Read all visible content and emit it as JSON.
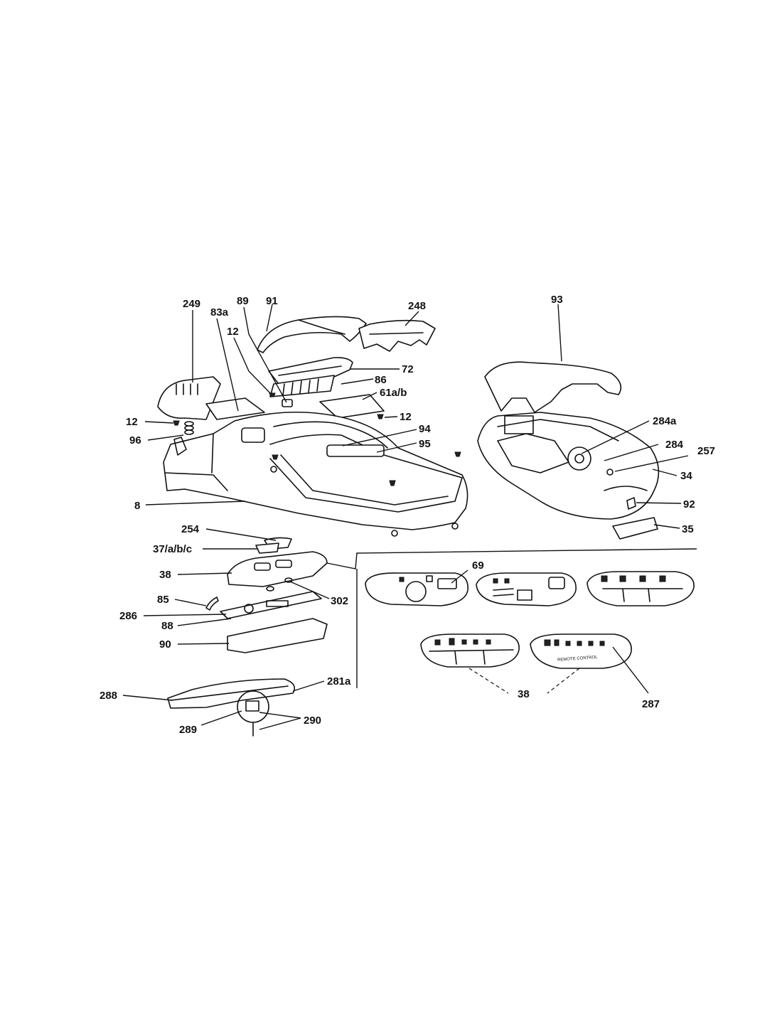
{
  "diagram": {
    "labels": {
      "p249": "249",
      "p83a": "83a",
      "p89": "89",
      "p91": "91",
      "p248": "248",
      "p12_top": "12",
      "p72": "72",
      "p86": "86",
      "p61ab": "61a/b",
      "p12_left": "12",
      "p96": "96",
      "p12_mid": "12",
      "p94": "94",
      "p95": "95",
      "p8": "8",
      "p93": "93",
      "p284a": "284a",
      "p284": "284",
      "p257": "257",
      "p34": "34",
      "p92": "92",
      "p35": "35",
      "p254": "254",
      "p37abc": "37/a/b/c",
      "p38": "38",
      "p302": "302",
      "p85": "85",
      "p286": "286",
      "p88": "88",
      "p90": "90",
      "p69": "69",
      "p38_panels": "38",
      "p287": "287",
      "p288": "288",
      "p281a": "281a",
      "p289": "289",
      "p290": "290"
    },
    "panel_text": {
      "remote_control": "REMOTE CONTROL"
    }
  }
}
